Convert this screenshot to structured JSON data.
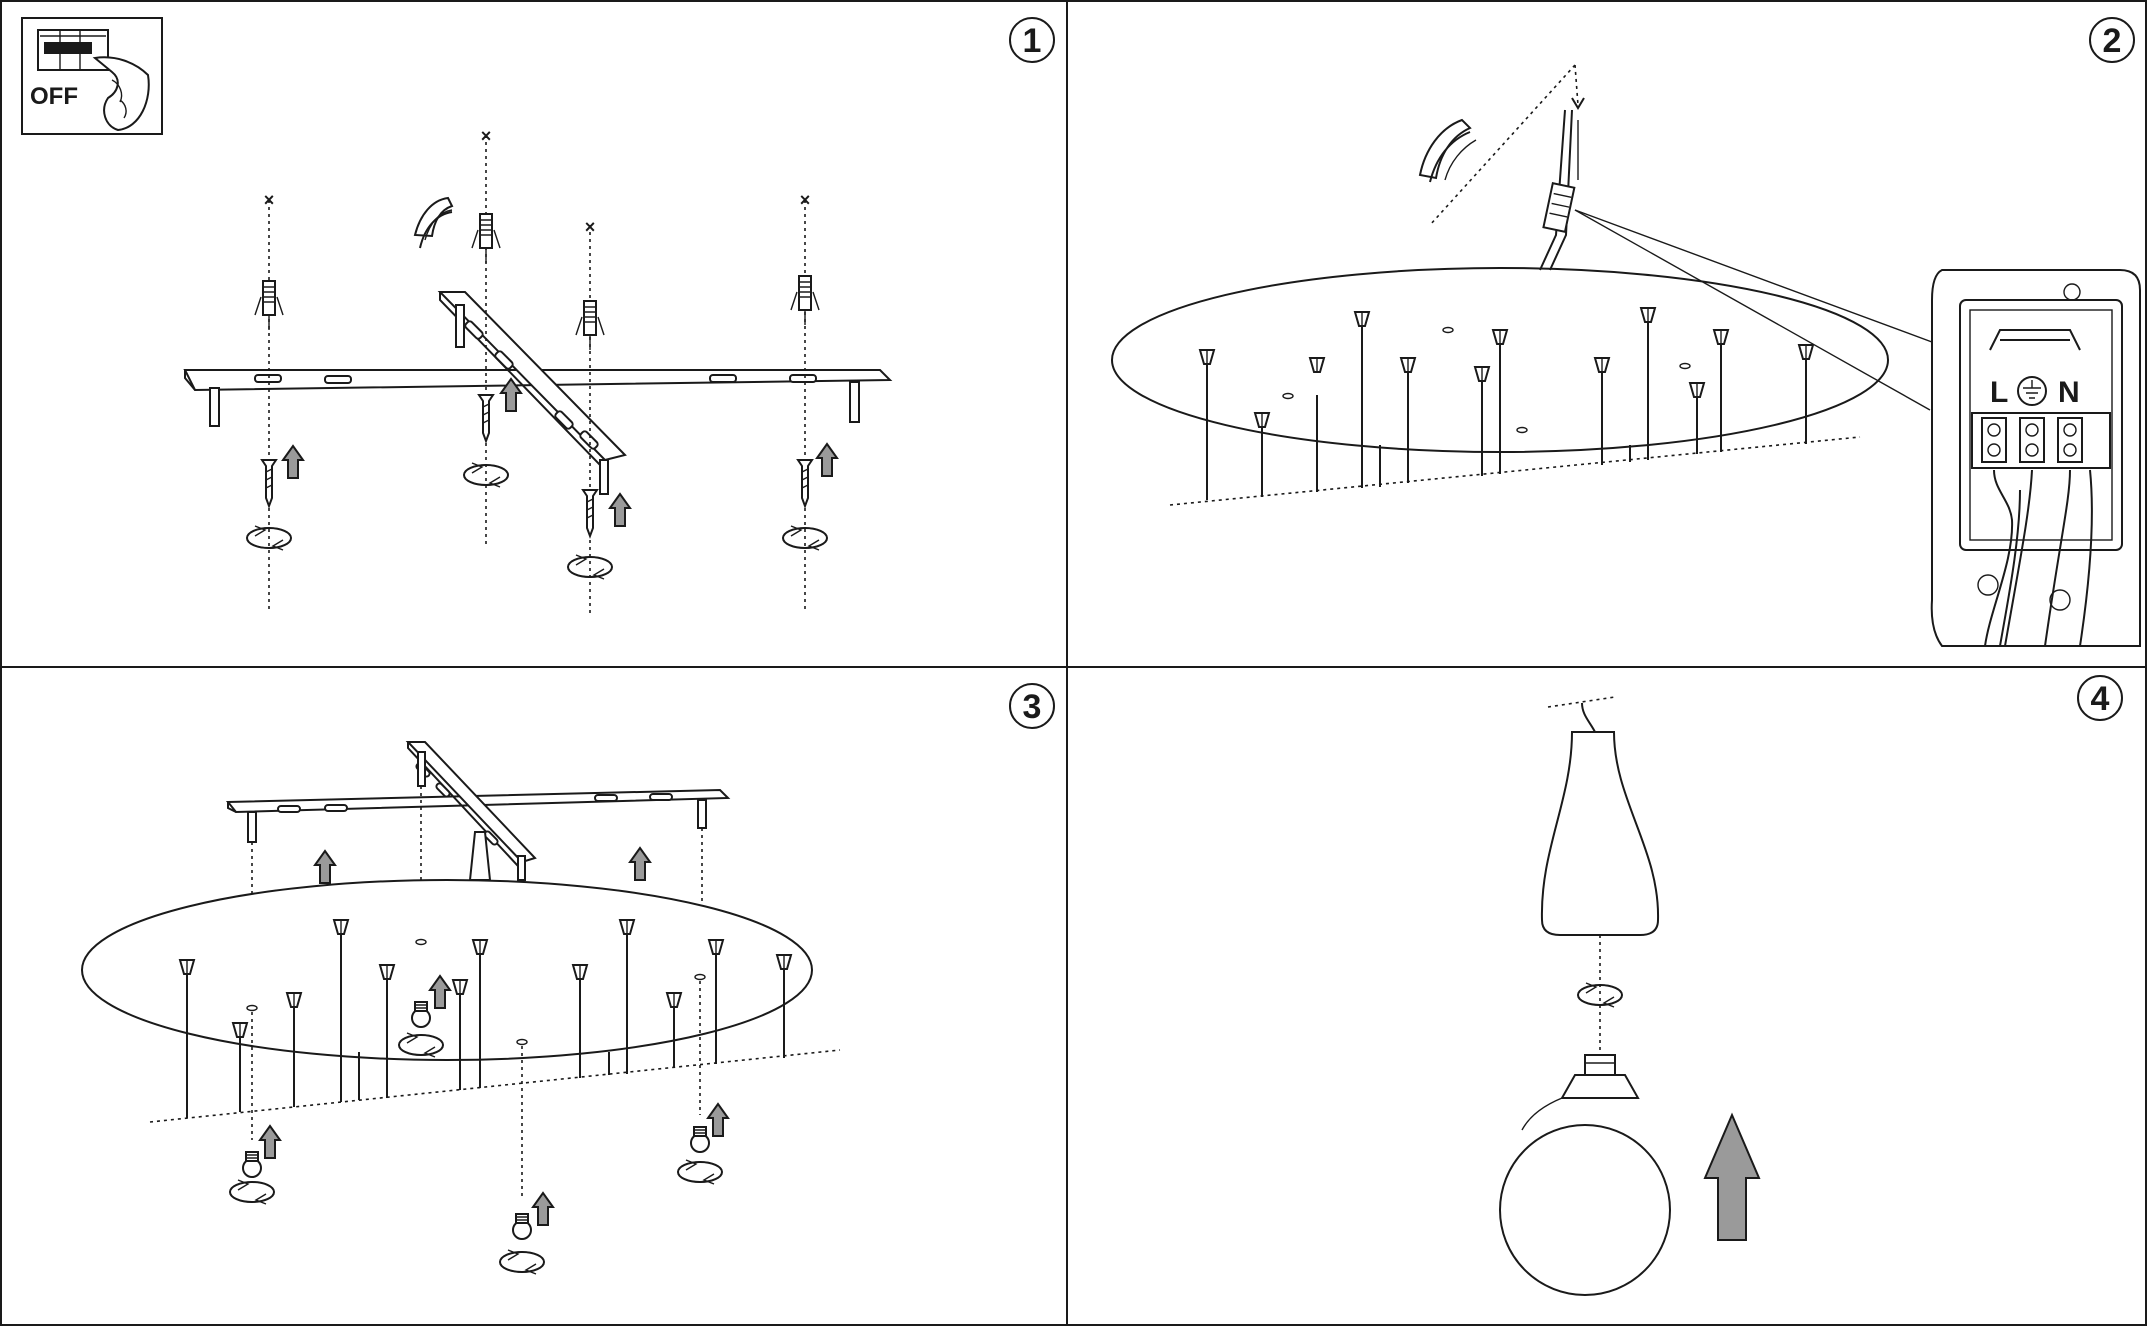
{
  "panels": [
    {
      "step": "1",
      "power_label": "OFF"
    },
    {
      "step": "2",
      "terminal_labels": {
        "live": "L",
        "neutral": "N"
      }
    },
    {
      "step": "3"
    },
    {
      "step": "4"
    }
  ]
}
